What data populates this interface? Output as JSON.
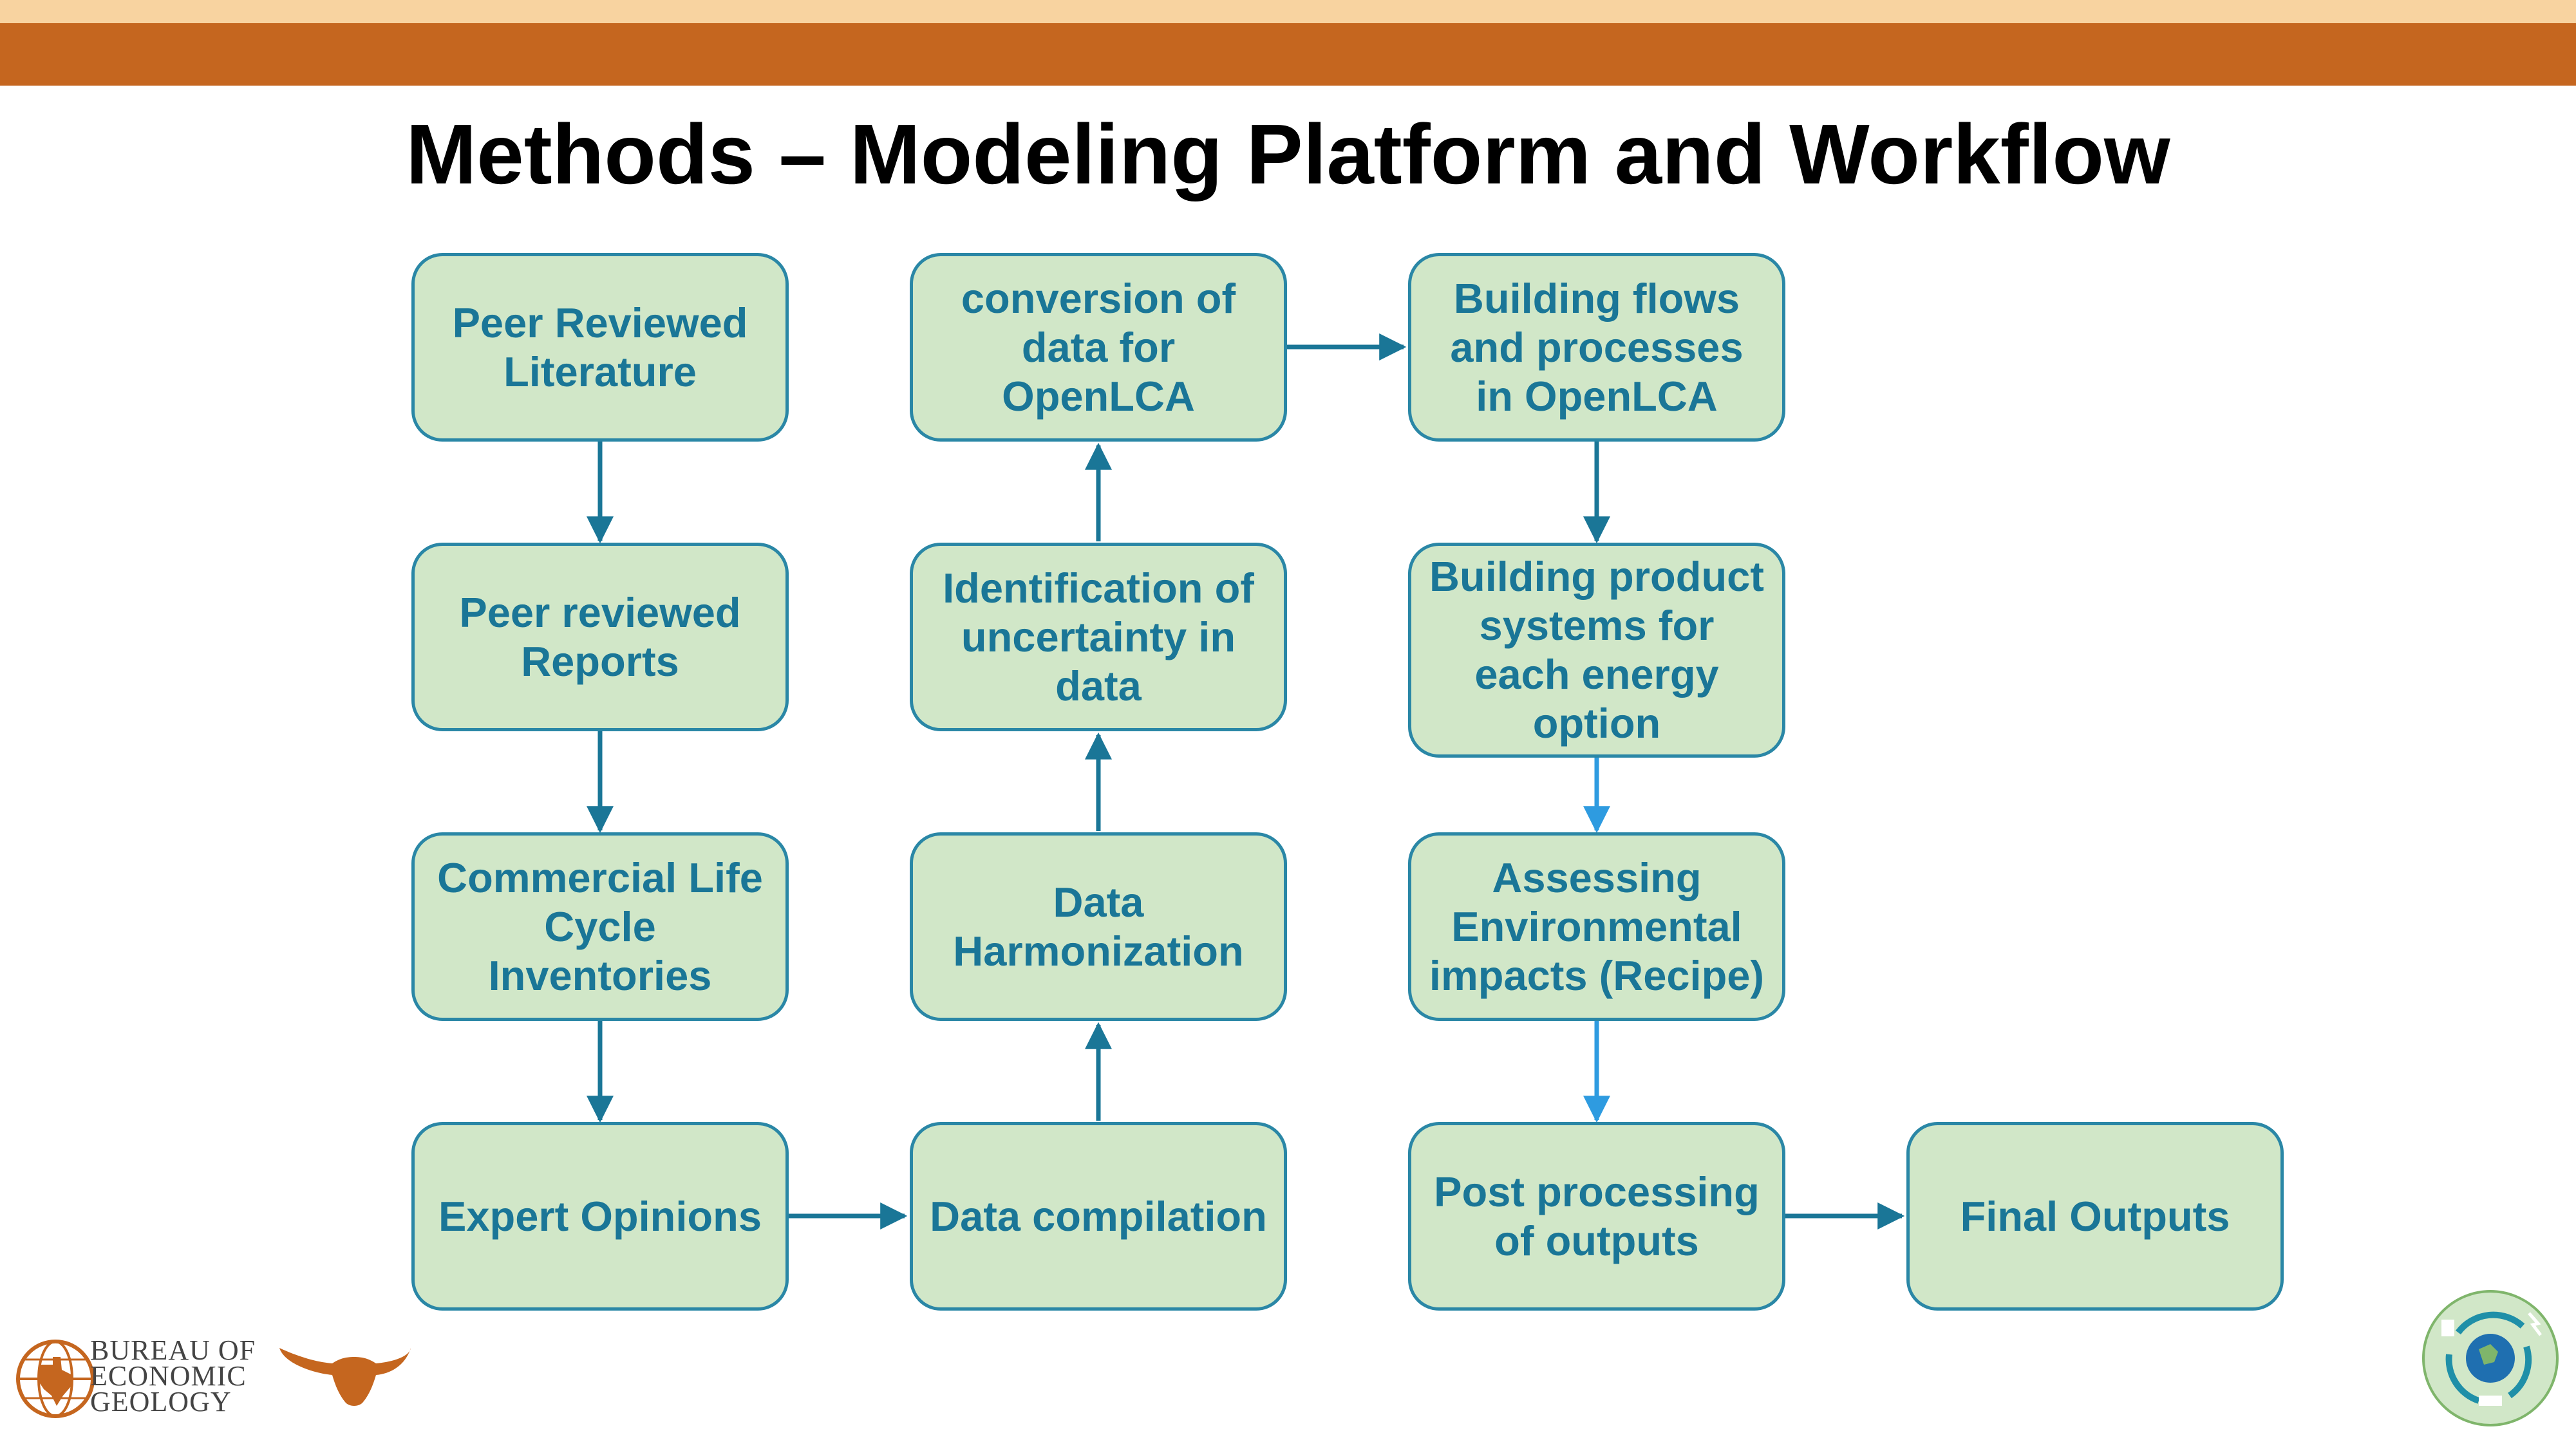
{
  "title": "Methods – Modeling Platform and Workflow",
  "colors": {
    "header_band": "#c5661f",
    "header_band_light": "#f8d3a0",
    "node_fill": "#d1e7c8",
    "node_border": "#2a87a6",
    "node_text": "#1a7697",
    "arrow_dark": "#1a7697",
    "arrow_light": "#2e9be0"
  },
  "nodes": {
    "peer_lit": [
      "Peer Reviewed",
      "Literature"
    ],
    "peer_reports": [
      "Peer reviewed",
      "Reports"
    ],
    "commercial": [
      "Commercial Life",
      "Cycle",
      "Inventories"
    ],
    "expert": [
      "Expert Opinions"
    ],
    "compilation": [
      "Data compilation"
    ],
    "harmonization": [
      "Data",
      "Harmonization"
    ],
    "uncertainty": [
      "Identification of",
      "uncertainty in",
      "data"
    ],
    "conversion": [
      "conversion of",
      "data for",
      "OpenLCA"
    ],
    "building_flows": [
      "Building flows",
      "and processes",
      "in OpenLCA"
    ],
    "product_systems": [
      "Building product",
      "systems for",
      "each energy",
      "option"
    ],
    "assessing": [
      "Assessing",
      "Environmental",
      "impacts (Recipe)"
    ],
    "post_processing": [
      "Post processing",
      "of outputs"
    ],
    "final": [
      "Final Outputs"
    ]
  },
  "logo": {
    "line1": "BUREAU OF",
    "line2": "ECONOMIC",
    "line3": "GEOLOGY",
    "icons": [
      "globe-icon",
      "texas-map-icon",
      "longhorn-icon",
      "recycle-icon"
    ]
  }
}
